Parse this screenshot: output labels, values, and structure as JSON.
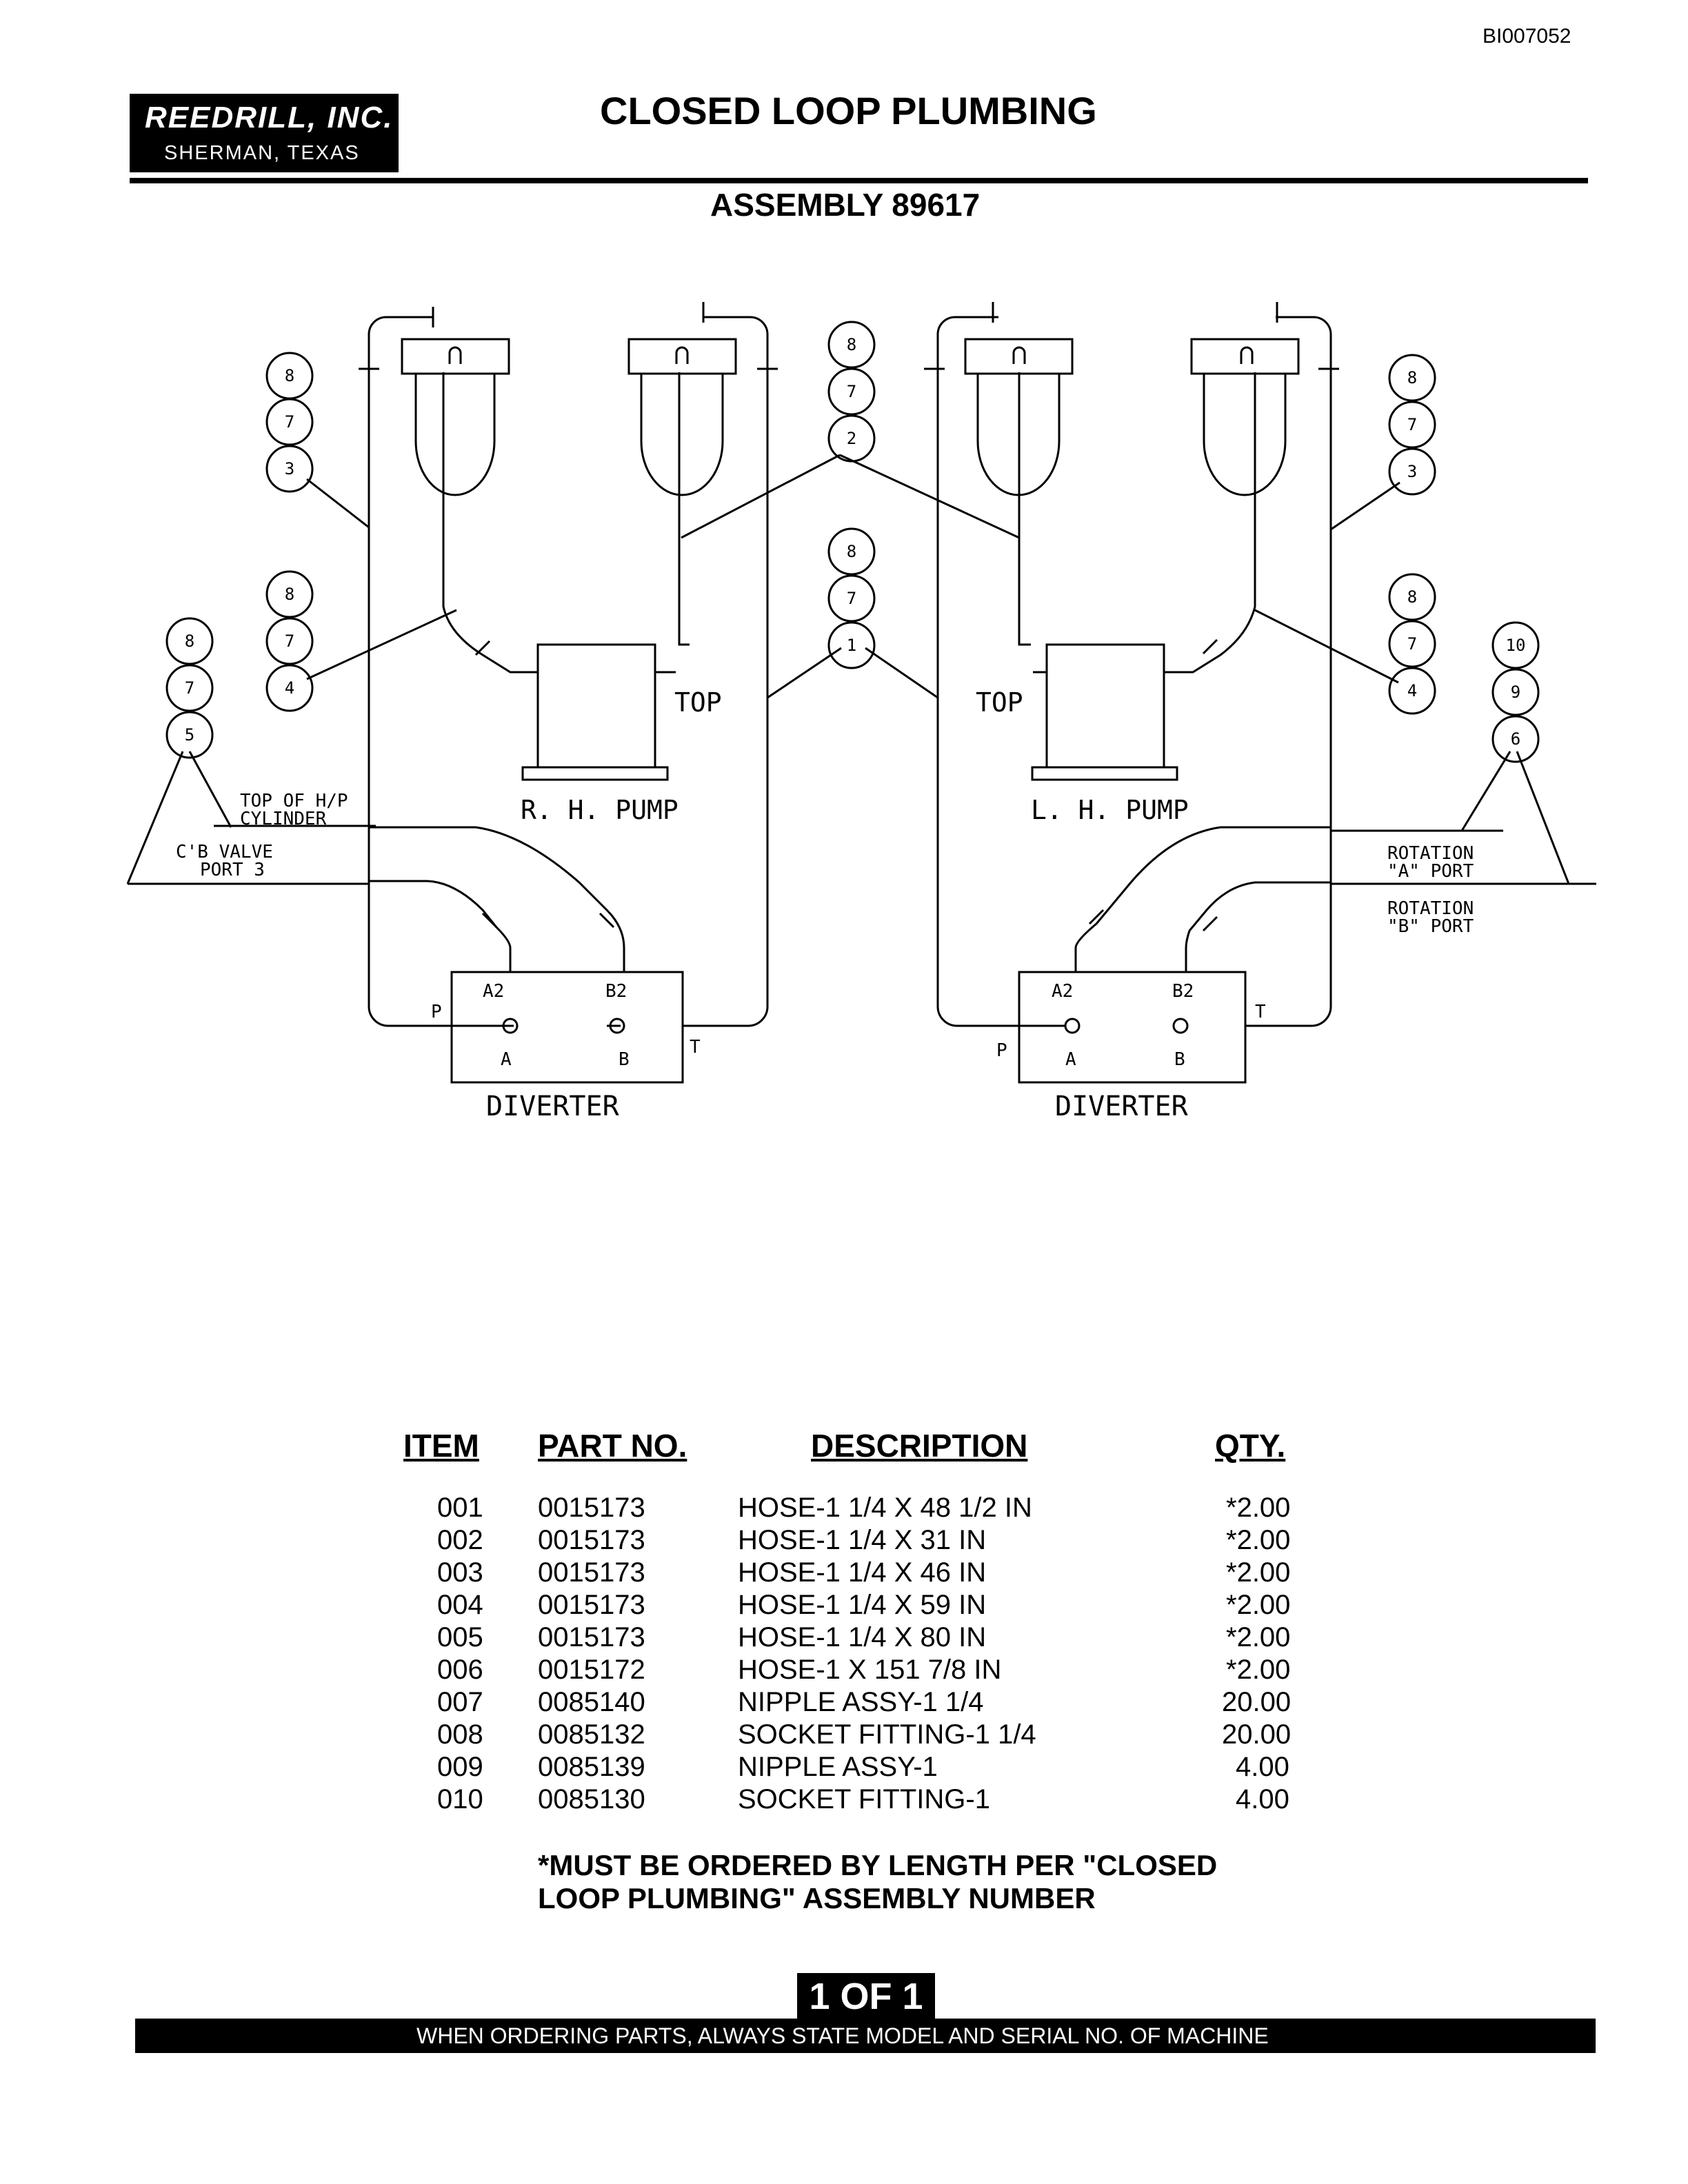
{
  "document_id": "BI007052",
  "company": {
    "name": "REEDRILL, INC.",
    "location": "SHERMAN, TEXAS"
  },
  "title": "CLOSED LOOP PLUMBING",
  "assembly": "ASSEMBLY 89617",
  "diagram": {
    "left_pump": "R. H. PUMP",
    "right_pump": "L. H. PUMP",
    "top_label": "TOP",
    "diverter_label": "DIVERTER",
    "diverter_ports": {
      "a2": "A2",
      "b2": "B2",
      "a": "A",
      "b": "B",
      "p": "P",
      "t": "T"
    },
    "callout_top_hp_1": "TOP OF H/P",
    "callout_top_hp_2": "CYLINDER",
    "callout_valve_1": "C'B VALVE",
    "callout_valve_2": "PORT 3",
    "callout_rot_a_1": "ROTATION",
    "callout_rot_a_2": "\"A\" PORT",
    "callout_rot_b_1": "ROTATION",
    "callout_rot_b_2": "\"B\" PORT",
    "bubble_stacks": [
      [
        "8",
        "7",
        "3"
      ],
      [
        "8",
        "7",
        "4"
      ],
      [
        "8",
        "7",
        "5"
      ],
      [
        "8",
        "7",
        "2"
      ],
      [
        "8",
        "7",
        "1"
      ],
      [
        "8",
        "7",
        "3"
      ],
      [
        "8",
        "7",
        "4"
      ],
      [
        "10",
        "9",
        "6"
      ]
    ]
  },
  "parts_table": {
    "headers": {
      "item": "ITEM",
      "part_no": "PART NO.",
      "description": "DESCRIPTION",
      "qty": "QTY."
    },
    "rows": [
      {
        "item": "001",
        "part_no": "0015173",
        "description": "HOSE-1 1/4 X 48 1/2 IN",
        "qty": "*2.00"
      },
      {
        "item": "002",
        "part_no": "0015173",
        "description": "HOSE-1 1/4 X 31 IN",
        "qty": "*2.00"
      },
      {
        "item": "003",
        "part_no": "0015173",
        "description": "HOSE-1 1/4 X 46 IN",
        "qty": "*2.00"
      },
      {
        "item": "004",
        "part_no": "0015173",
        "description": "HOSE-1 1/4 X 59 IN",
        "qty": "*2.00"
      },
      {
        "item": "005",
        "part_no": "0015173",
        "description": "HOSE-1 1/4 X 80 IN",
        "qty": "*2.00"
      },
      {
        "item": "006",
        "part_no": "0015172",
        "description": "HOSE-1 X 151 7/8 IN",
        "qty": "*2.00"
      },
      {
        "item": "007",
        "part_no": "0085140",
        "description": "NIPPLE ASSY-1 1/4",
        "qty": "20.00"
      },
      {
        "item": "008",
        "part_no": "0085132",
        "description": "SOCKET FITTING-1 1/4",
        "qty": "20.00"
      },
      {
        "item": "009",
        "part_no": "0085139",
        "description": "NIPPLE ASSY-1",
        "qty": "4.00"
      },
      {
        "item": "010",
        "part_no": "0085130",
        "description": "SOCKET FITTING-1",
        "qty": "4.00"
      }
    ]
  },
  "note_line1": "*MUST BE ORDERED BY LENGTH PER \"CLOSED",
  "note_line2": "LOOP PLUMBING\" ASSEMBLY NUMBER",
  "page": "1 OF 1",
  "footer": "WHEN ORDERING PARTS, ALWAYS STATE MODEL AND SERIAL NO. OF MACHINE"
}
